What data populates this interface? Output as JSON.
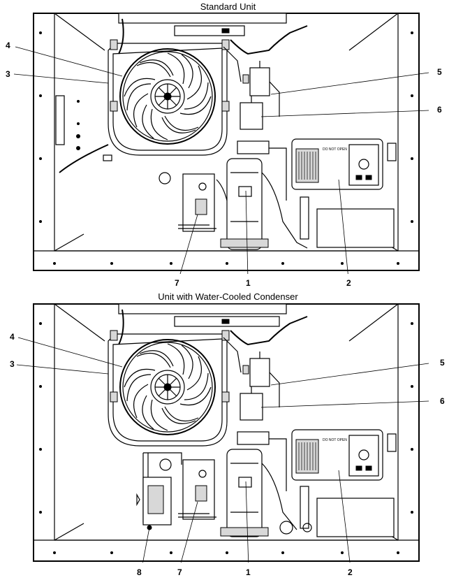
{
  "figures": [
    {
      "title": "Standard Unit",
      "callouts": [
        {
          "id": "c4",
          "label": "4"
        },
        {
          "id": "c3",
          "label": "3"
        },
        {
          "id": "c5",
          "label": "5"
        },
        {
          "id": "c6",
          "label": "6"
        },
        {
          "id": "c7",
          "label": "7"
        },
        {
          "id": "c1",
          "label": "1"
        },
        {
          "id": "c2",
          "label": "2"
        }
      ]
    },
    {
      "title": "Unit with Water-Cooled Condenser",
      "callouts": [
        {
          "id": "c4",
          "label": "4"
        },
        {
          "id": "c3",
          "label": "3"
        },
        {
          "id": "c5",
          "label": "5"
        },
        {
          "id": "c6",
          "label": "6"
        },
        {
          "id": "c8",
          "label": "8"
        },
        {
          "id": "c7",
          "label": "7"
        },
        {
          "id": "c1",
          "label": "1"
        },
        {
          "id": "c2",
          "label": "2"
        }
      ]
    }
  ],
  "panel_label": "DO NOT OPEN"
}
